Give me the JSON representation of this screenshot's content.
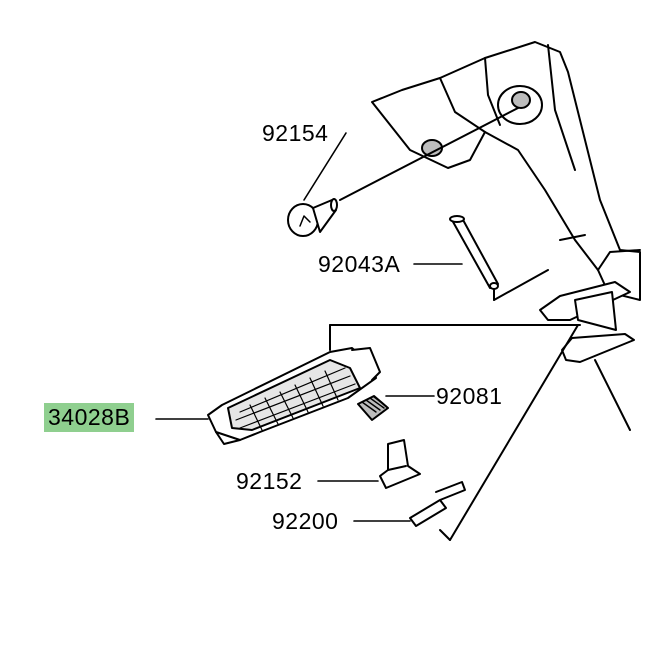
{
  "diagram": {
    "highlight_color": "#8fcf8f",
    "line_color": "#000000",
    "part_fill": "#ffffff",
    "shade_fill": "#bdbdbd",
    "labels": {
      "bolt": "92154",
      "pin": "92043A",
      "spring": "92081",
      "footrest": "34028B",
      "plate": "92152",
      "cotter": "92200"
    }
  }
}
